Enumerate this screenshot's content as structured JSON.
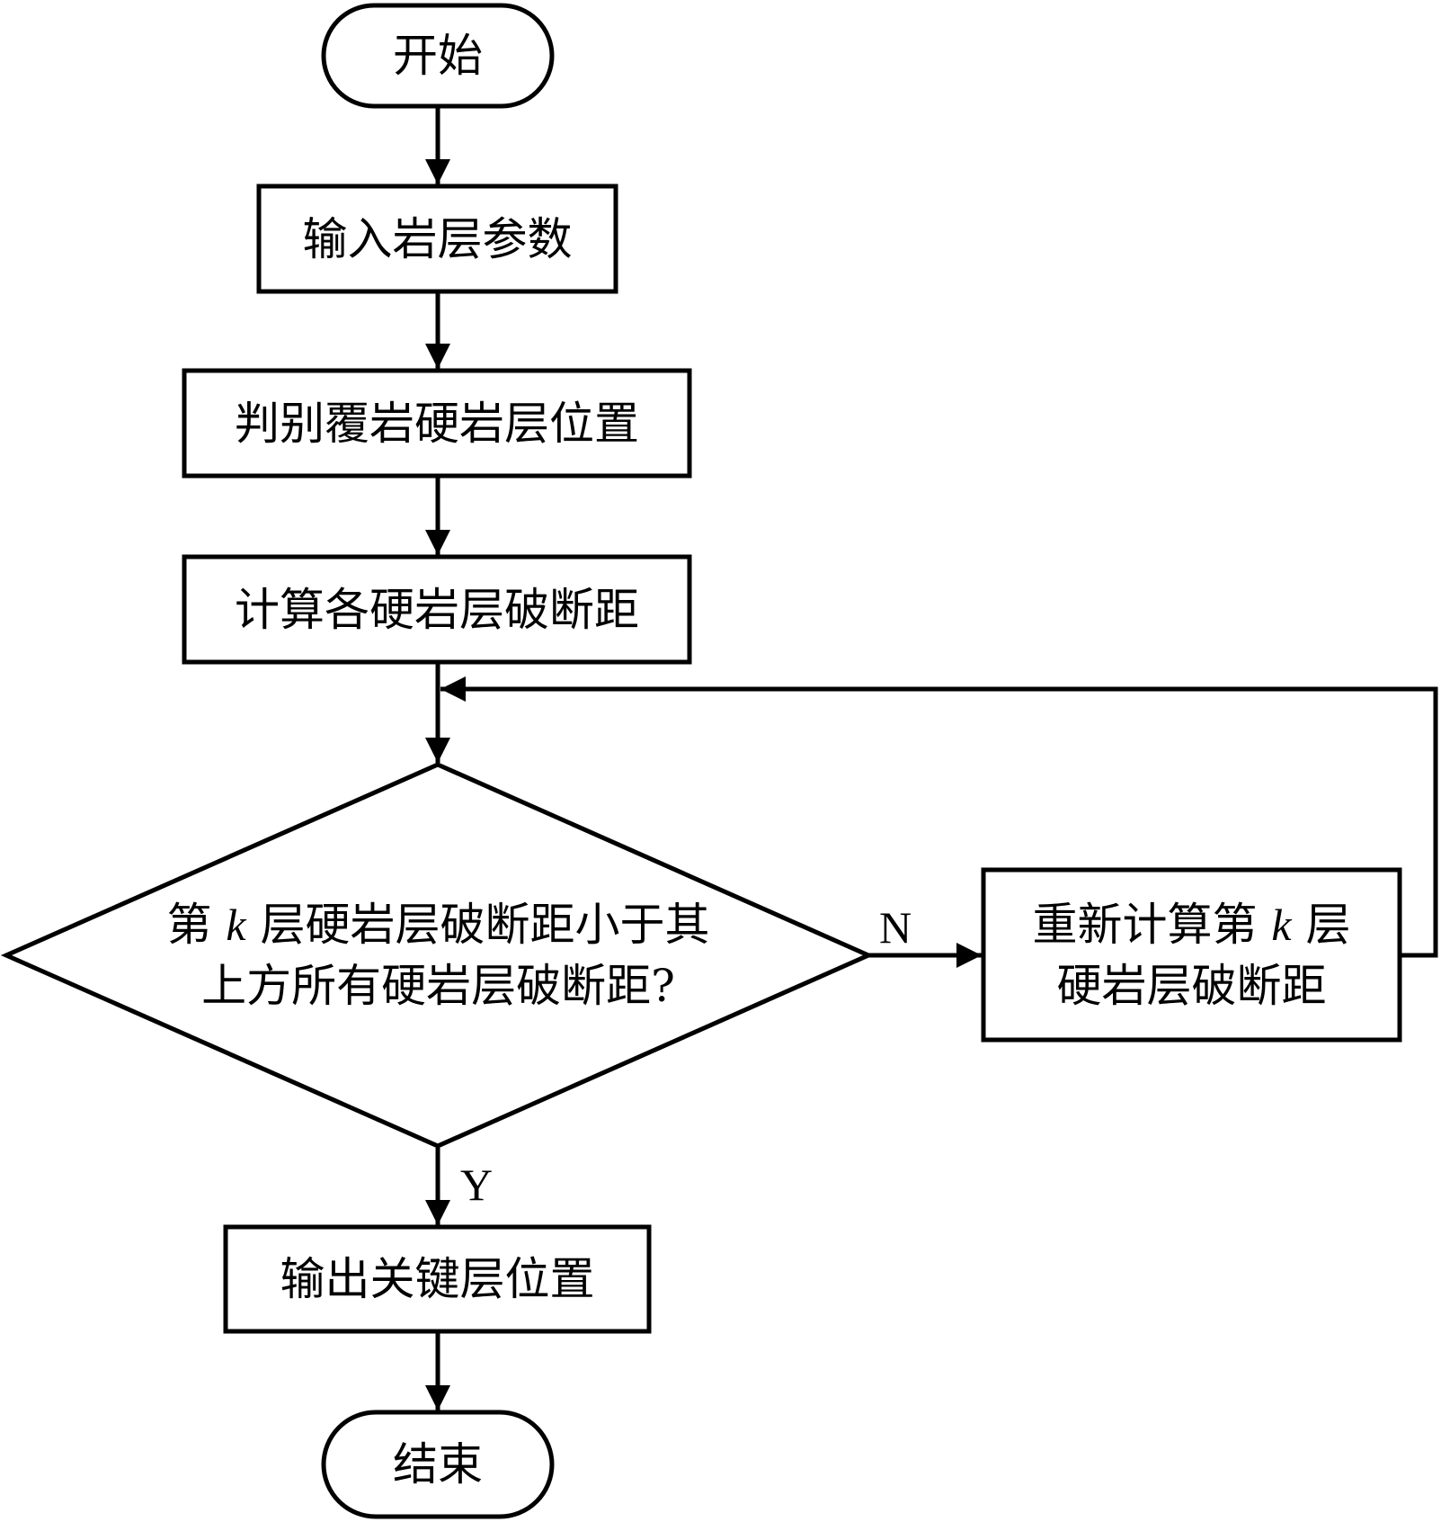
{
  "flowchart": {
    "start": {
      "label": "开始"
    },
    "steps": [
      {
        "label": "输入岩层参数"
      },
      {
        "label": "判别覆岩硬岩层位置"
      },
      {
        "label": "计算各硬岩层破断距"
      }
    ],
    "decision": {
      "line1_pre": "第",
      "line1_var": "k",
      "line1_post": "层硬岩层破断距小于其",
      "line2": "上方所有硬岩层破断距?"
    },
    "recalc": {
      "line1_pre": "重新计算第",
      "line1_var": "k",
      "line1_post": "层",
      "line2": "硬岩层破断距"
    },
    "output": {
      "label": "输出关键层位置"
    },
    "end": {
      "label": "结束"
    },
    "edges": {
      "no_label": "N",
      "yes_label": "Y"
    }
  }
}
